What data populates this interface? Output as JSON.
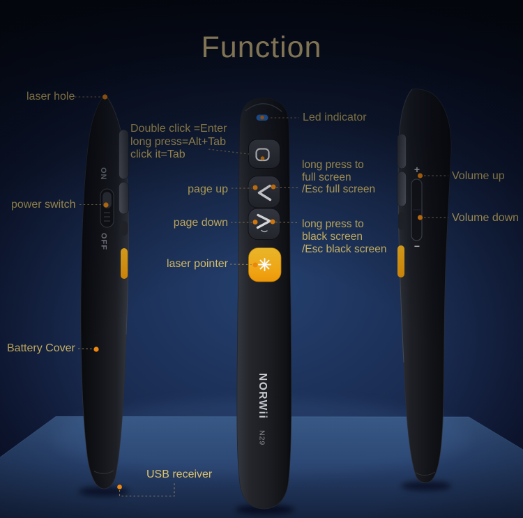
{
  "title": "Function",
  "device": {
    "brand": "NORWii",
    "model": "N29",
    "power_on": "ON",
    "power_off": "OFF",
    "volume_plus": "+",
    "volume_minus": "−"
  },
  "labels": {
    "laser_hole": "laser hole",
    "power_switch": "power switch",
    "battery_cover": "Battery Cover",
    "usb_receiver": "USB receiver",
    "led_indicator": "Led indicator",
    "double_click_lines": [
      "Double click =Enter",
      "long press=Alt+Tab",
      "click it=Tab"
    ],
    "page_up": "page up",
    "page_down": "page down",
    "laser_pointer": "laser pointer",
    "full_screen_lines": [
      "long press to",
      "full screen",
      "/Esc full screen"
    ],
    "black_screen_lines": [
      "long press to",
      "black screen",
      "/Esc black screen"
    ],
    "volume_up": "Volume up",
    "volume_down": "Volume down"
  },
  "colors": {
    "title_gold": "#e8cf8e",
    "label_gold": "#dcc26a",
    "leader_dot_orange": "#f0890f",
    "laser_button_yellow": "#f5ad16",
    "led_blue": "#2f78d8",
    "background_navy": "#1a2c52",
    "floor_blue": "#365481"
  },
  "icons": {
    "led_indicator_icon": "blue-capsule-orange-dot",
    "tab_button_icon": "rounded-square-outline",
    "page_up_icon": "chevron-left",
    "page_down_icon": "chevron-right",
    "laser_pointer_icon": "starburst",
    "leader_dot_icon": "orange-dot"
  }
}
